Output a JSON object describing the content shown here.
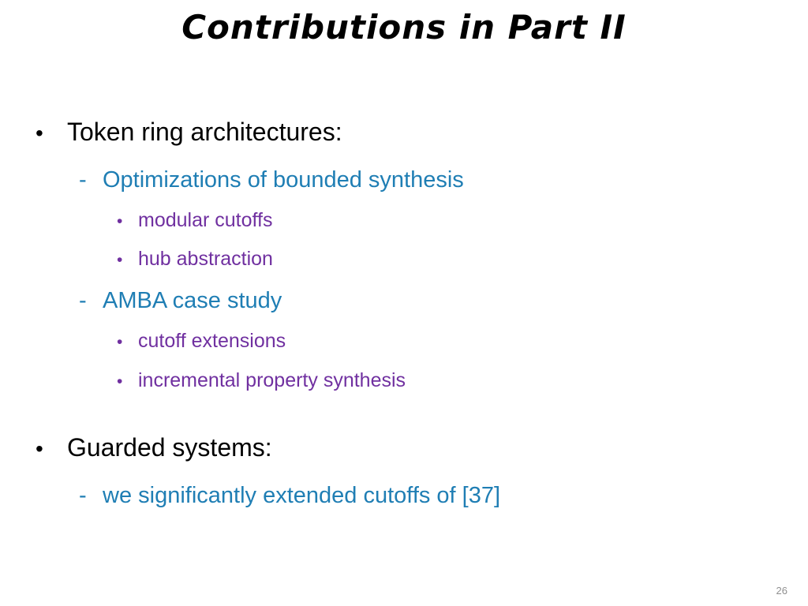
{
  "slide": {
    "title": "Contributions in Part II",
    "items": [
      {
        "level": 1,
        "marker": "•",
        "text": "Token ring architectures:"
      },
      {
        "level": 2,
        "marker": "-",
        "text": "Optimizations of bounded synthesis"
      },
      {
        "level": 3,
        "marker": "•",
        "text": "modular cutoffs"
      },
      {
        "level": 3,
        "marker": "•",
        "text": "hub abstraction"
      },
      {
        "level": 2,
        "marker": "-",
        "text": "AMBA case study"
      },
      {
        "level": 3,
        "marker": "•",
        "text": "cutoff extensions"
      },
      {
        "level": 3,
        "marker": "•",
        "text": "incremental property synthesis"
      },
      {
        "level": 1,
        "marker": "•",
        "text": "Guarded systems:"
      },
      {
        "level": 2,
        "marker": "-",
        "text": "we significantly extended cutoffs of [37]"
      }
    ],
    "page_number": "26",
    "colors": {
      "title": "#000000",
      "level1_text": "#000000",
      "level2_text": "#1f7eb4",
      "level3_text": "#7030a0",
      "page_number": "#909090",
      "background": "#ffffff"
    }
  }
}
